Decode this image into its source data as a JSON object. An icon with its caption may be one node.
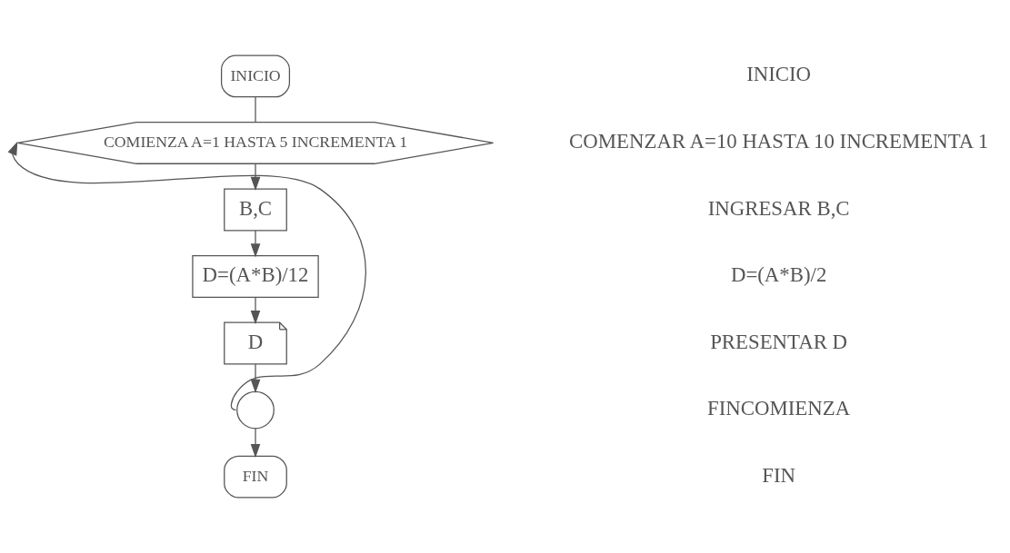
{
  "diagram": {
    "nodes": [
      {
        "text": [
          "INICIO"
        ]
      },
      {
        "text": [
          "COMIENZA A=1 HASTA 5 INCREMENTA 1"
        ]
      },
      {
        "text": [
          "B,C"
        ]
      },
      {
        "text": [
          "D=(A*B)/12"
        ]
      },
      {
        "text": [
          "D"
        ]
      },
      {
        "text": [],
        "shape": "circle"
      },
      {
        "text": [
          "FIN"
        ]
      }
    ],
    "edges": [
      {
        "from": 0,
        "to": 1,
        "arrow": "none"
      },
      {
        "from": 1,
        "to": 2,
        "arrow": "to"
      },
      {
        "from": 2,
        "to": 3,
        "arrow": "to"
      },
      {
        "from": 3,
        "to": 4,
        "arrow": "to"
      },
      {
        "from": 4,
        "to": 5,
        "arrow": "to"
      },
      {
        "from": 5,
        "to": 6,
        "arrow": "to"
      },
      {
        "from": 5,
        "to": 1,
        "arrow": "to"
      }
    ],
    "labels": [
      "INICIO",
      "COMENZAR A=10 HASTA 10 INCREMENTA 1",
      "INGRESAR B,C",
      "D=(A*B)/2",
      "PRESENTAR D",
      "FINCOMIENZA",
      "FIN"
    ]
  }
}
